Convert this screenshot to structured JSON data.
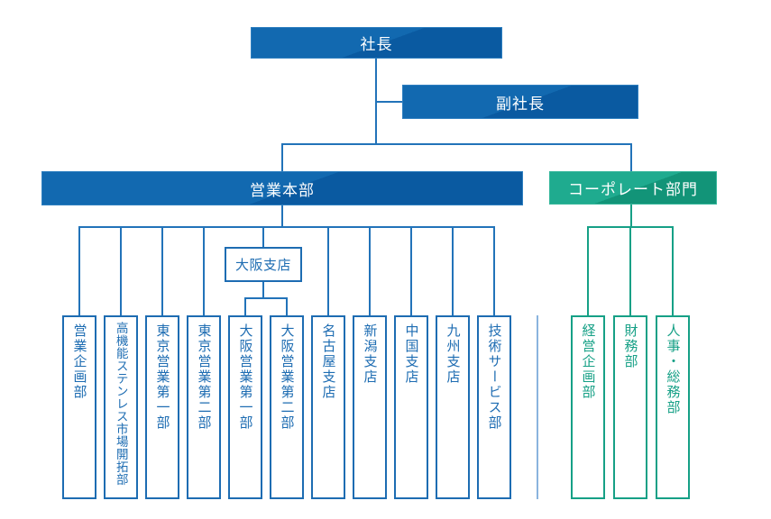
{
  "colors": {
    "blue-line": "#2273b9",
    "blue-outline": "#1d6cb2",
    "blue-fill-light": "#1269b0",
    "blue-fill-dark": "#0a5aa1",
    "blue-border": "#2e7fc0",
    "green-line": "#16a086",
    "green-fill-light": "#1fab8f",
    "green-fill-dark": "#129478",
    "green-border": "#35b79b",
    "divider": "#8ab4de",
    "bg": "#ffffff"
  },
  "org": {
    "president": "社長",
    "vice_president": "副社長",
    "sales_division": "営業本部",
    "corporate_division": "コーポレート部門",
    "osaka_branch": "大阪支店",
    "sales_departments": [
      "営業企画部",
      "高機能ステンレス市場開拓部",
      "東京営業第一部",
      "東京営業第二部",
      "大阪営業第一部",
      "大阪営業第二部",
      "名古屋支店",
      "新潟支店",
      "中国支店",
      "九州支店",
      "技術サービス部"
    ],
    "corporate_departments": [
      "経営企画部",
      "財務部",
      "人事・総務部"
    ]
  }
}
